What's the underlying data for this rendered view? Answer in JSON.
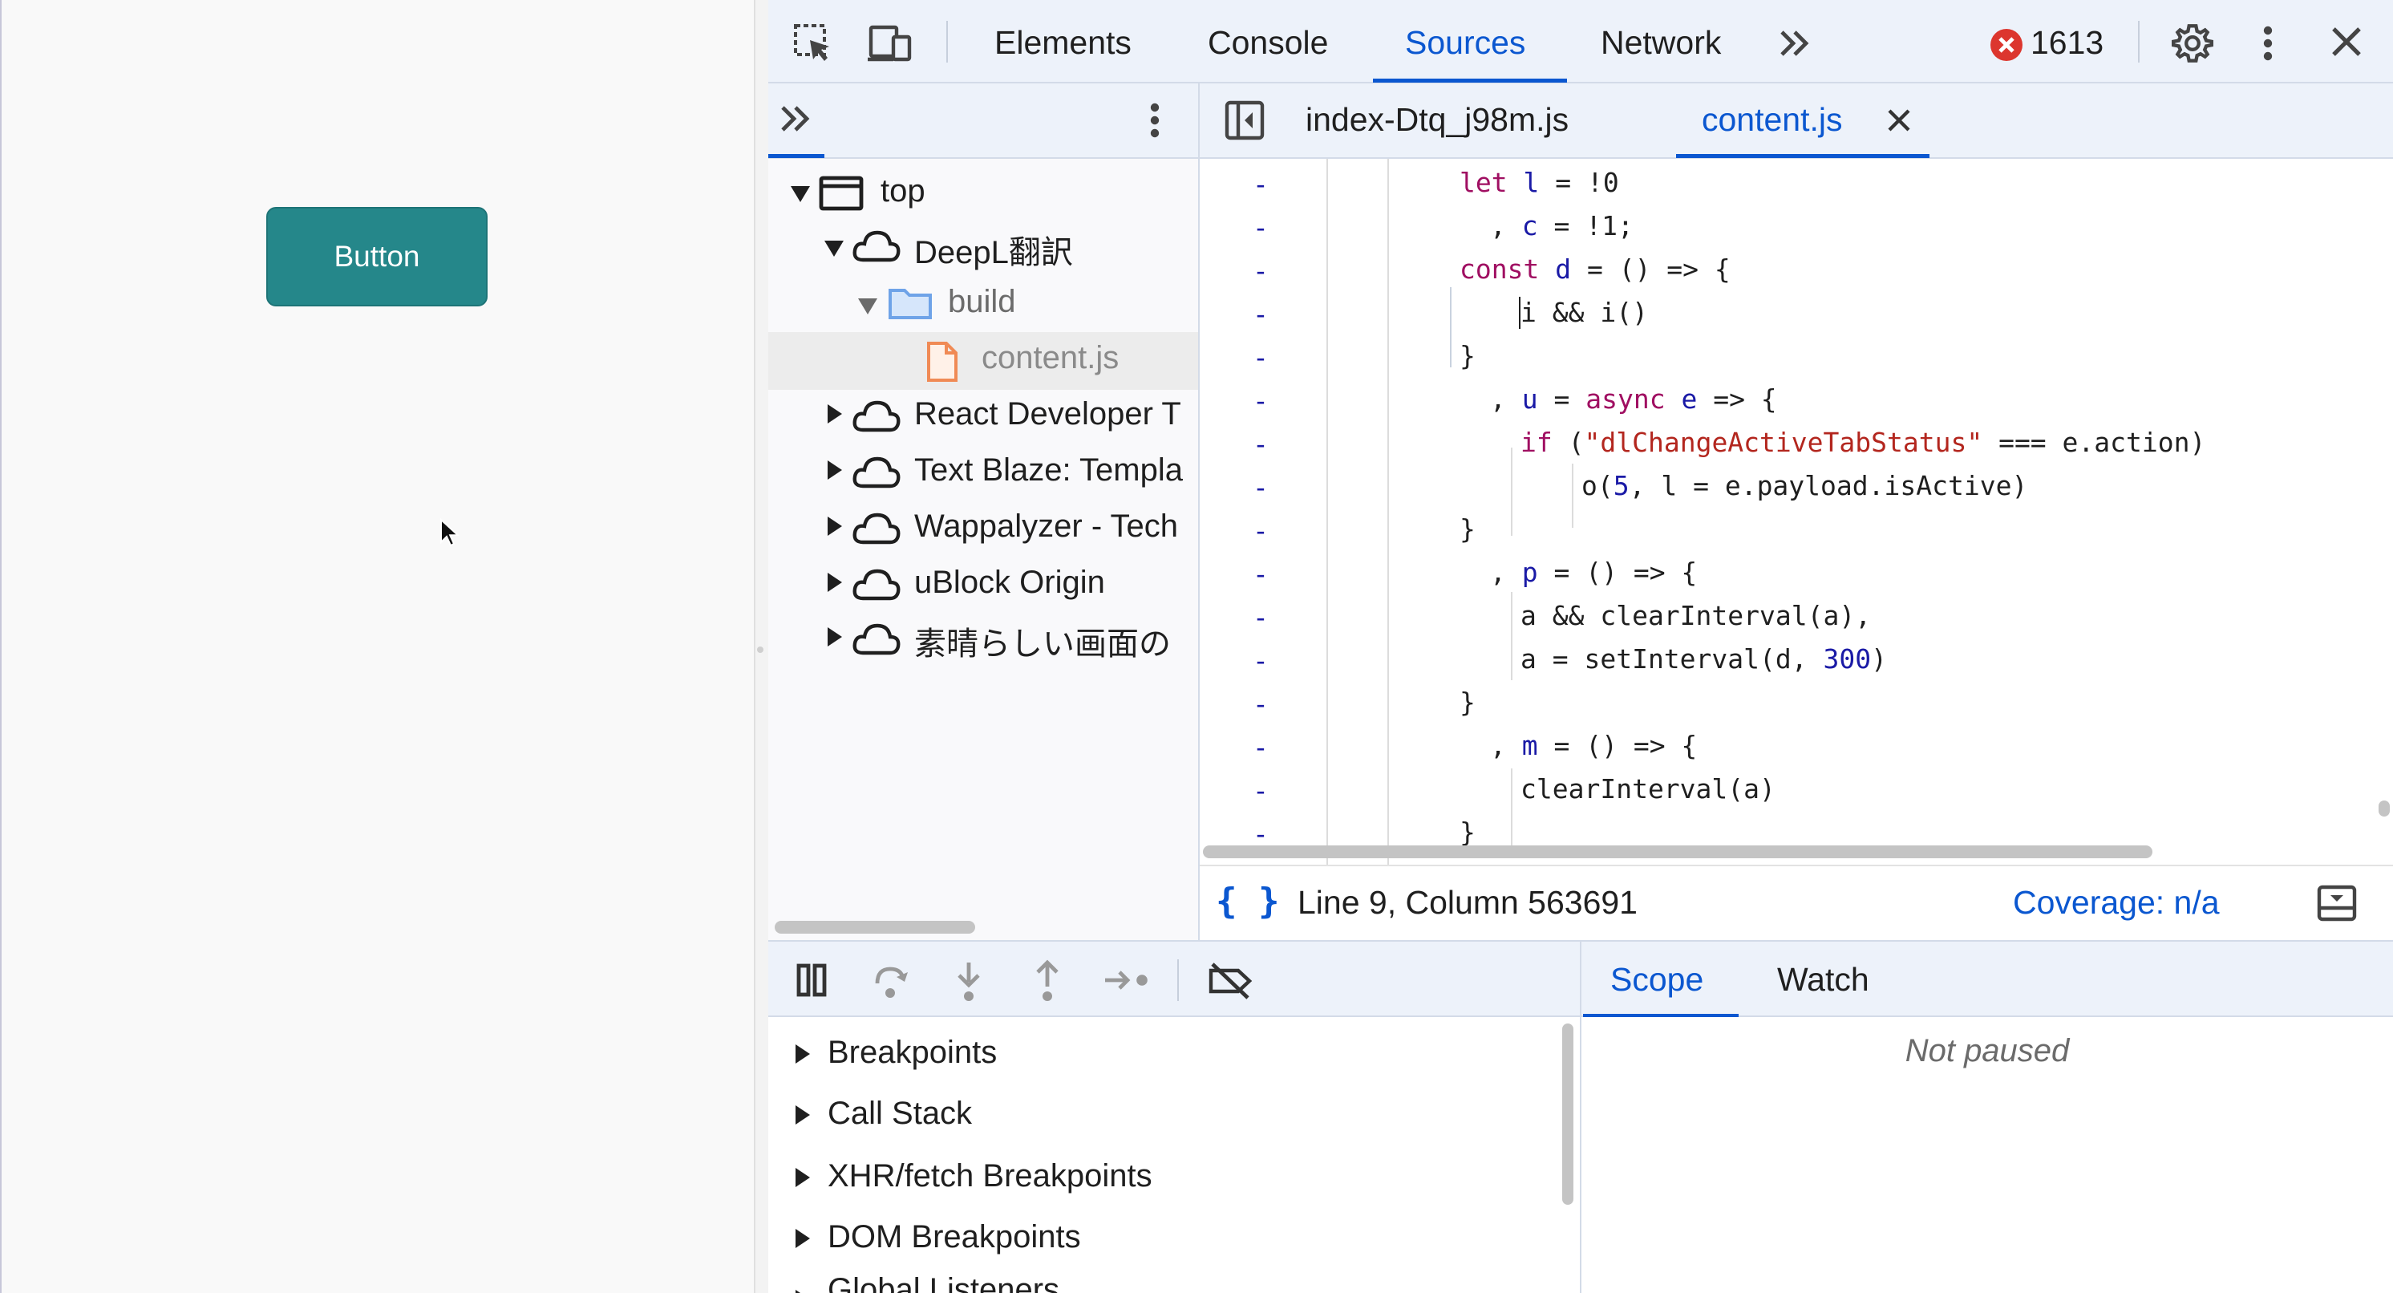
{
  "page": {
    "button_label": "Button"
  },
  "devtools": {
    "main_tabs": [
      {
        "label": "Elements"
      },
      {
        "label": "Console"
      },
      {
        "label": "Sources",
        "active": true
      },
      {
        "label": "Network"
      }
    ],
    "error_count": "1613",
    "icons": {
      "inspect": "select-element-icon",
      "device": "device-toolbar-icon",
      "more_tabs": "chevron-double-right-icon",
      "error": "error-circle-icon",
      "settings": "gear-icon",
      "menu": "vertical-dots-icon",
      "close": "close-icon"
    },
    "navigator": {
      "tree": [
        {
          "label": "top",
          "icon": "frame-icon",
          "expanded": true,
          "level": 0
        },
        {
          "label": "DeepL翻訳",
          "icon": "cloud-icon",
          "expanded": true,
          "level": 1
        },
        {
          "label": "build",
          "icon": "folder-icon",
          "expanded": true,
          "level": 2
        },
        {
          "label": "content.js",
          "icon": "file-icon",
          "level": 3,
          "selected": true
        },
        {
          "label": "React Developer T",
          "icon": "cloud-icon",
          "expanded": false,
          "level": 1
        },
        {
          "label": "Text Blaze: Templa",
          "icon": "cloud-icon",
          "expanded": false,
          "level": 1
        },
        {
          "label": "Wappalyzer - Tech",
          "icon": "cloud-icon",
          "expanded": false,
          "level": 1
        },
        {
          "label": "uBlock Origin",
          "icon": "cloud-icon",
          "expanded": false,
          "level": 1
        },
        {
          "label": "素晴らしい画面の",
          "icon": "cloud-icon",
          "expanded": false,
          "level": 1
        }
      ]
    },
    "editor": {
      "file_tabs": [
        {
          "label": "index-Dtq_j98m.js"
        },
        {
          "label": "content.js",
          "active": true
        }
      ],
      "status": {
        "position": "Line 9, Column 563691",
        "coverage": "Coverage: n/a"
      }
    },
    "debugger": {
      "sections": [
        {
          "label": "Breakpoints"
        },
        {
          "label": "Call Stack"
        },
        {
          "label": "XHR/fetch Breakpoints"
        },
        {
          "label": "DOM Breakpoints"
        },
        {
          "label": "Global Listeners"
        }
      ],
      "side_tabs": [
        {
          "label": "Scope",
          "active": true
        },
        {
          "label": "Watch"
        }
      ],
      "not_paused": "Not paused"
    }
  },
  "colors": {
    "accent": "#0b57d0",
    "button": "#25878a",
    "error": "#dc362e",
    "toolbar": "#edf2fa"
  }
}
